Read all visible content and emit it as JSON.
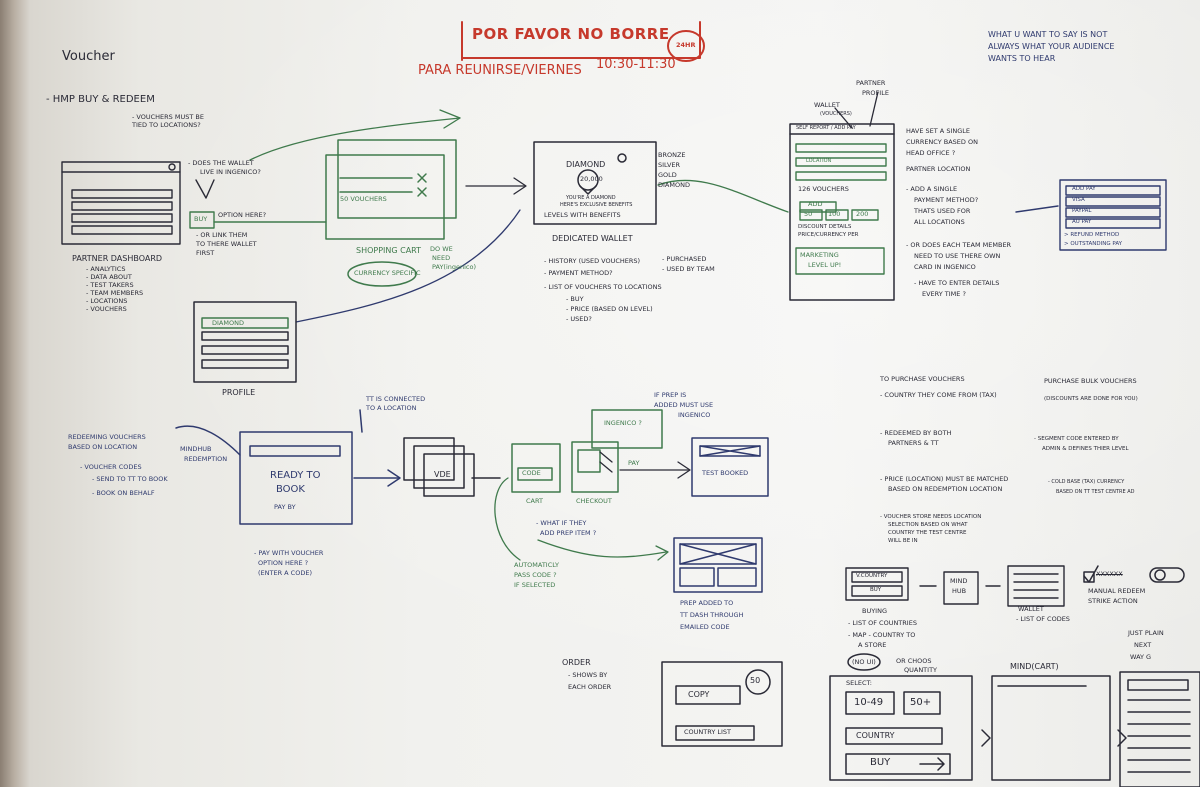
{
  "board": {
    "title": "POR FAVOR NO BORRE",
    "title_badge": "24HR",
    "meeting_note": "PARA REUNIRSE/VIERNES",
    "meeting_time": "10:30-11:30",
    "quote": [
      "WHAT U WANT TO SAY IS NOT",
      "ALWAYS WHAT YOUR AUDIENCE",
      "WANTS TO HEAR"
    ],
    "voucher_title": "Voucher",
    "hmp_heading": "- HMP BUY & REDEEM",
    "vouchers_note": [
      "- VOUCHERS MUST BE",
      "TIED TO LOCATIONS?"
    ],
    "wallet_questions": [
      "- DOES THE WALLET",
      "LIVE IN INGENICO?",
      "- OR LINK THEM",
      "TO THERE WALLET",
      "FIRST"
    ],
    "partner_dashboard": {
      "label": "PARTNER DASHBOARD",
      "items": [
        "- ANALYTICS",
        "- DATA ABOUT",
        "- TEST TAKERS",
        "- TEAM MEMBERS",
        "- LOCATIONS",
        "- VOUCHERS"
      ],
      "buy_button": "BUY",
      "option_note": "OPTION HERE?"
    },
    "shopping_cart": {
      "label": "SHOPPING CART",
      "badge": "CURRENCY SPECIFIC",
      "item_text": "50 VOUCHERS",
      "question": [
        "DO WE",
        "NEED",
        "PAY(ingenico)"
      ]
    },
    "dedicated_wallet": {
      "label": "DEDICATED WALLET",
      "tier_title": "DIAMOND",
      "tier_sub": "20,000",
      "tier_note": [
        "YOU'RE A DIAMOND",
        "HERE'S EXCLUSIVE BENEFITS"
      ],
      "levels_note": "LEVELS WITH BENEFITS",
      "tiers": [
        "BRONZE",
        "SILVER",
        "GOLD",
        "DIAMOND"
      ],
      "history": [
        "- HISTORY (USED VOUCHERS)",
        "- PAYMENT METHOD?",
        "- LIST OF VOUCHERS TO LOCATIONS",
        "- BUY",
        "- PRICE (BASED ON LEVEL)",
        "- USED?"
      ],
      "history_side": [
        "- PURCHASED",
        "- USED BY TEAM"
      ]
    },
    "profile": {
      "label": "PROFILE",
      "tier_chip": "DIAMOND"
    },
    "wallet_panel": {
      "headers": [
        "WALLET",
        "(VOUCHERS)",
        "PARTNER",
        "PROFILE"
      ],
      "tabs": "SELF REPORT / ADD PAY",
      "location_row": "LOCATION",
      "count": "126 VOUCHERS",
      "add_label": "ADD",
      "amounts": [
        "50",
        "100",
        "200"
      ],
      "details": [
        "DISCOUNT DETAILS",
        "PRICE/CURRENCY PER"
      ],
      "marketing": [
        "MARKETING",
        "LEVEL UP!"
      ]
    },
    "currency_notes": [
      "HAVE SET A SINGLE",
      "CURRENCY BASED ON",
      "HEAD OFFICE ?",
      "PARTNER LOCATION",
      "- ADD A SINGLE",
      "PAYMENT METHOD?",
      "THATS USED FOR",
      "ALL LOCATIONS",
      "- OR DOES EACH TEAM MEMBER",
      "NEED TO USE THERE OWN",
      "CARD IN INGENICO",
      "- HAVE TO ENTER DETAILS",
      "EVERY TIME ?"
    ],
    "pay_menu": [
      "ADD PAY",
      "VISA",
      "PAYPAL",
      "AU PAY",
      "> REFUND METHOD",
      "> OUTSTANDING PAY"
    ],
    "redeeming": {
      "notes": [
        "REDEEMING VOUCHERS",
        "BASED ON LOCATION",
        "- VOUCHER CODES",
        "- SEND TO TT TO BOOK",
        "- BOOK ON BEHALF"
      ],
      "mindhub": [
        "MINDHUB",
        "REDEMPTION"
      ],
      "linked_note": [
        "TT IS CONNECTED",
        "TO A LOCATION"
      ],
      "ready_card": [
        "READY TO",
        "BOOK",
        "PAY BY"
      ],
      "vde_label": "VDE",
      "pay_note": [
        "- PAY WITH VOUCHER",
        "OPTION HERE ?",
        "(ENTER A CODE)"
      ]
    },
    "checkout_flow": {
      "prep_note": [
        "IF PREP IS",
        "ADDED MUST USE",
        "INGENICO"
      ],
      "ingenico": "INGENICO ?",
      "cart_label": "CART",
      "code_label": "CODE",
      "checkout_label": "CHECKOUT",
      "pay_label": "PAY",
      "test_booked": "TEST BOOKED",
      "what_if": [
        "- WHAT IF THEY",
        "ADD PREP ITEM ?"
      ],
      "auto_note": [
        "AUTOMATICLY",
        "PASS CODE ?",
        "IF SELECTED"
      ],
      "prep_dash": [
        "PREP ADDED TO",
        "TT DASH THROUGH",
        "EMAILED CODE"
      ]
    },
    "purchase_notes": {
      "left": [
        "TO PURCHASE VOUCHERS",
        "- COUNTRY THEY COME FROM (TAX)",
        "- REDEEMED BY BOTH",
        "PARTNERS & TT",
        "- PRICE (LOCATION) MUST BE MATCHED",
        "BASED ON REDEMPTION LOCATION",
        "- VOUCHER STORE NEEDS LOCATION",
        "SELECTION BASED ON WHAT",
        "COUNTRY THE TEST CENTRE",
        "WILL BE IN"
      ],
      "right": [
        "PURCHASE BULK VOUCHERS",
        "(DISCOUNTS ARE DONE FOR YOU)",
        "- SEGMENT CODE ENTERED BY",
        "ADMIN & DEFINES THIER LEVEL",
        "- COLD BASE (TAX) CURRENCY",
        "BASED ON TT TEST CENTRE AD"
      ]
    },
    "buying_flow": {
      "country_box": "V.COUNTRY",
      "buy_box": "BUY",
      "buying_notes": [
        "BUYING",
        "- LIST OF COUNTRIES",
        "- MAP - COUNTRY TO",
        "A STORE"
      ],
      "mind_hub": [
        "MIND",
        "HUB"
      ],
      "wallet_label": "WALLET",
      "wallet_note": "- LIST OF CODES",
      "manual": [
        "MANUAL REDEEM",
        "STRIKE ACTION"
      ],
      "strike": "XXXXXX"
    },
    "order": {
      "heading": [
        "ORDER",
        "- SHOWS BY",
        "EACH ORDER"
      ],
      "badge": "50",
      "copy_button": "COPY",
      "country_list": "COUNTRY LIST"
    },
    "select_panel": {
      "options_note": [
        "(NO UI)",
        "OR CHOOS",
        "QUANTITY"
      ],
      "label": "SELECT:",
      "range_a": "10-49",
      "range_b": "50+",
      "country_select": "COUNTRY",
      "buy": "BUY"
    },
    "mind_cart": "MIND(CART)",
    "next_note": [
      "JUST PLAIN",
      "NEXT",
      "WAY G"
    ]
  },
  "colors": {
    "marker_blue": "#2f3a6e",
    "marker_green": "#3f7a4c",
    "marker_red": "#c6392c",
    "marker_black": "#2a2a36"
  }
}
